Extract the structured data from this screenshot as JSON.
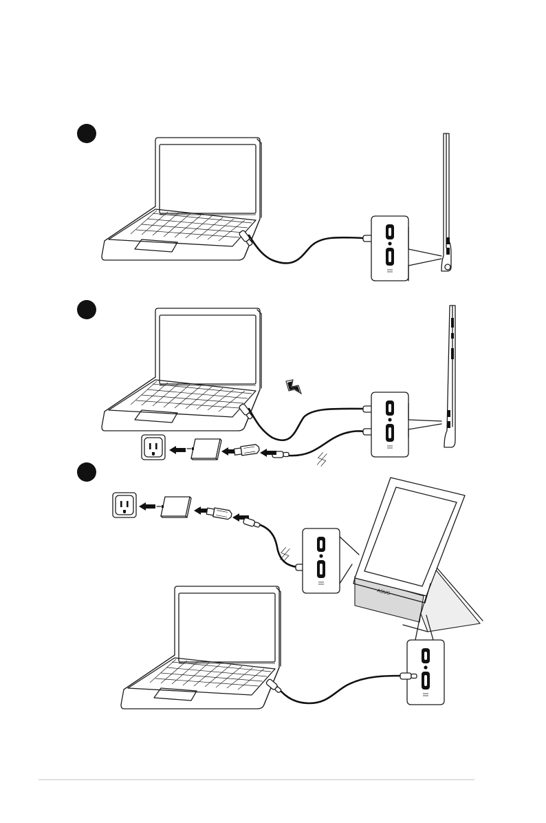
{
  "page": {
    "background": "#ffffff",
    "line_color": "#1a1a1a",
    "footer_rule_color": "#cfcfcf"
  },
  "steps": [
    {
      "marker": "step-1-marker",
      "items": [
        "laptop-icon",
        "usb-c-cable",
        "port-callout",
        "portable-monitor-side-view"
      ]
    },
    {
      "marker": "step-2-marker",
      "items": [
        "laptop-icon",
        "power-bolt-icon",
        "wall-outlet-icon",
        "power-adapter-icon",
        "usb-c-cable",
        "port-callout",
        "portable-monitor-side-view"
      ]
    },
    {
      "marker": "step-3-marker",
      "items": [
        "wall-outlet-icon",
        "power-adapter-icon",
        "port-callout",
        "standing-monitor",
        "laptop-icon",
        "port-callout"
      ]
    }
  ],
  "monitor_logo_text": "ASUS"
}
